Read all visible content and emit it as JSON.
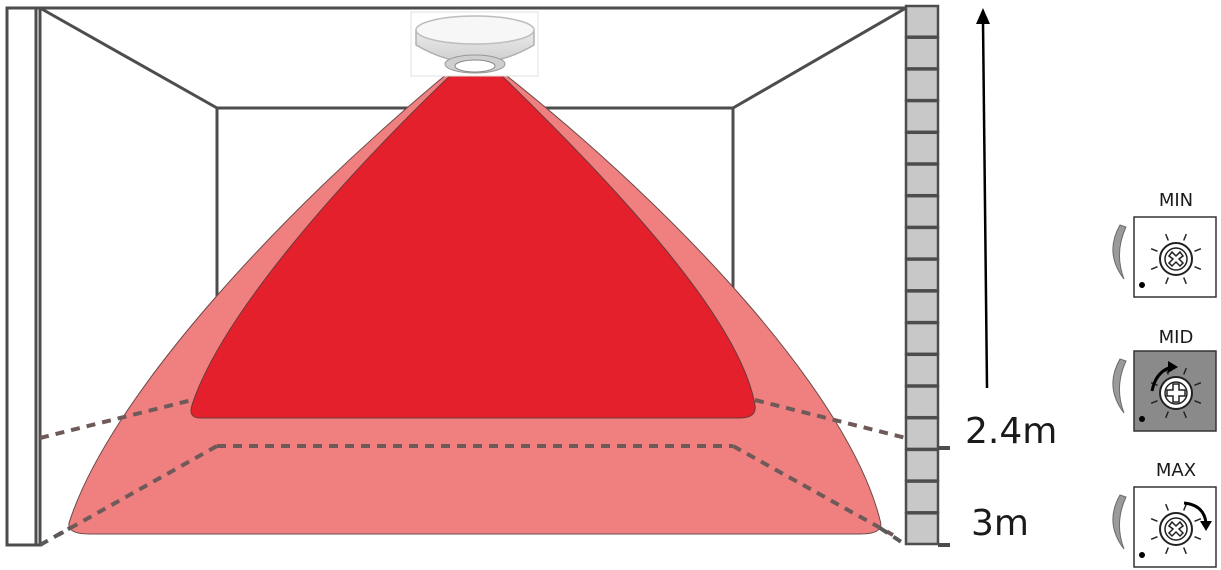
{
  "diagram": {
    "heights": {
      "lower": "2.4m",
      "upper": "3m"
    },
    "modes": [
      {
        "label": "MIN",
        "symbol": "cross",
        "panel_color": "#ffffff"
      },
      {
        "label": "MID",
        "symbol": "plus",
        "panel_color": "#8a8a8a"
      },
      {
        "label": "MAX",
        "symbol": "cross",
        "panel_color": "#ffffff"
      }
    ],
    "colors": {
      "outer_zone": "#f08080",
      "inner_zone": "#e3202c",
      "room_lines": "#4d4d4d",
      "wall_blocks": "#c8c8c8",
      "sensor_body": "#e6e6e6"
    },
    "icons": {
      "sensor": "ceiling-sensor-icon",
      "arrow": "height-arrow-icon",
      "dial": "adjustment-dial-icon"
    }
  }
}
